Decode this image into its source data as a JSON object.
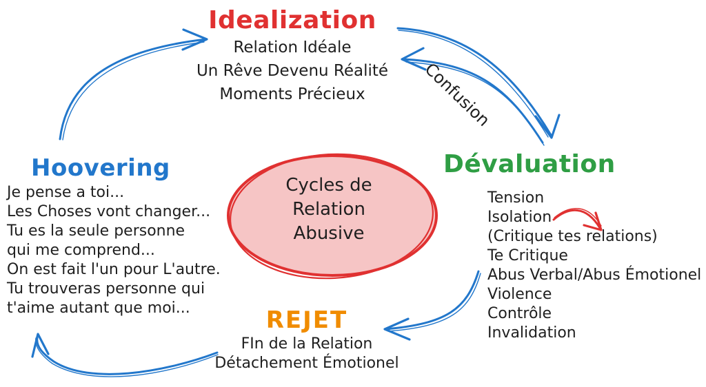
{
  "colors": {
    "red": "#e03131",
    "blue": "#2277cb",
    "green": "#2f9e44",
    "orange": "#f08c00",
    "ink": "#1f1f1f",
    "ellipse_fill": "#f6c5c5"
  },
  "center": {
    "line1": "Cycles de",
    "line2": "Relation",
    "line3": "Abusive"
  },
  "idealization": {
    "title": "Idealization",
    "items": [
      "Relation Idéale",
      "Un Rêve Devenu Réalité",
      "Moments Précieux"
    ]
  },
  "devaluation": {
    "title": "Dévaluation",
    "items": [
      "Tension",
      "Isolation",
      "(Critique tes relations)",
      "Te Critique",
      "Abus Verbal/Abus Émotionel",
      "Violence",
      "Contrôle",
      "Invalidation"
    ]
  },
  "rejet": {
    "title": "REJET",
    "items": [
      "FIn de la Relation",
      "Détachement Émotionel"
    ]
  },
  "hoovering": {
    "title": "Hoovering",
    "items": [
      "Je pense a toi...",
      "Les Choses vont changer...",
      "Tu es la seule personne",
      "qui me comprend...",
      "On est fait l'un pour L'autre.",
      "Tu trouveras personne qui",
      "t'aime autant que moi..."
    ]
  },
  "labels": {
    "confusion": "Confusion"
  }
}
